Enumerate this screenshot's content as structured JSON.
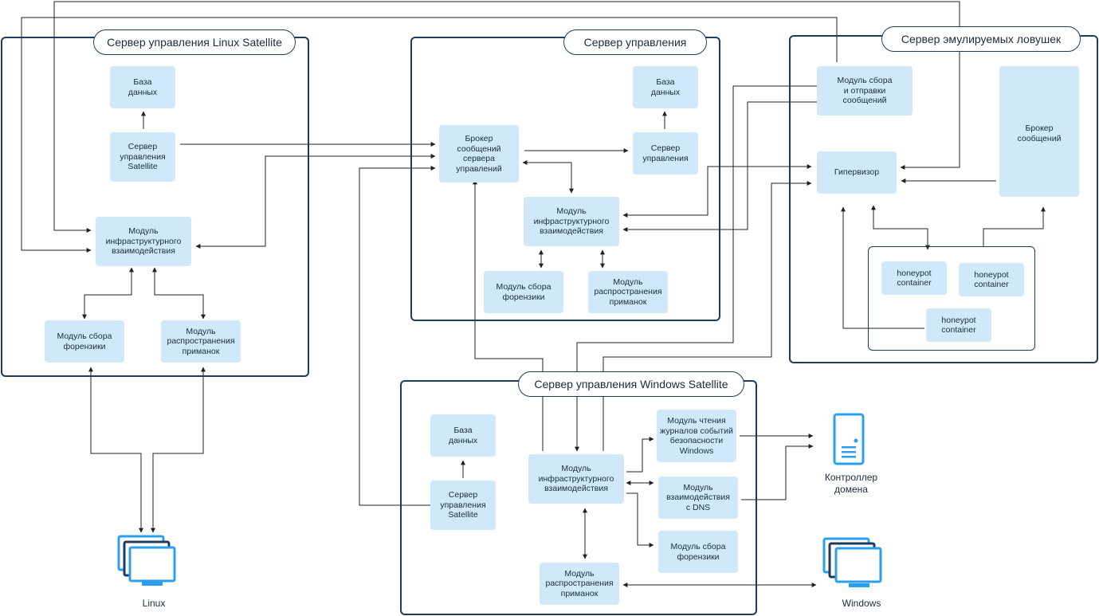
{
  "panels": {
    "linux": "Сервер управления Linux Satellite",
    "mgmt": "Сервер управления",
    "honeypot": "Сервер эмулируемых ловушек",
    "windows": "Сервер управления Windows Satellite"
  },
  "linux": {
    "db": "База\nданных",
    "satellite": "Сервер\nуправления\nSatellite",
    "infra": "Модуль\nинфраструктурного\nвзаимодействия",
    "forensics": "Модуль сбора\nфорензики",
    "decoys": "Модуль\nраспространения\nприманок"
  },
  "mgmt": {
    "broker": "Брокер\nсообщений\nсервера\nуправлений",
    "db": "База\nданных",
    "server": "Сервер\nуправления",
    "infra": "Модуль\nинфраструктурного\nвзаимодействия",
    "forensics": "Модуль сбора\nфорензики",
    "decoys": "Модуль\nраспространения\nприманок"
  },
  "honeypot": {
    "collector": "Модуль сбора\nи отправки\nсообщений",
    "broker": "Брокер\nсообщений",
    "hypervisor": "Гипервизор",
    "container1": "honeypot\ncontainer",
    "container2": "honeypot\ncontainer",
    "container3": "honeypot\ncontainer"
  },
  "windows": {
    "db": "База\nданных",
    "satellite": "Сервер\nуправления\nSatellite",
    "infra": "Модуль\nинфраструктурного\nвзаимодействия",
    "eventlog": "Модуль чтения\nжурналов событий\nбезопасности\nWindows",
    "dns": "Модуль\nвзаимодействия\nс DNS",
    "forensics": "Модуль сбора\nфорензики",
    "decoys": "Модуль\nраспространения\nприманок"
  },
  "external": {
    "linux_hosts": "Linux",
    "domain_controller": "Контроллер\nдомена",
    "windows_hosts": "Windows"
  },
  "colors": {
    "box_fill": "#cfe9fb",
    "border": "#1f3b5c",
    "line": "#222222",
    "icon": "#2a9ff0"
  }
}
